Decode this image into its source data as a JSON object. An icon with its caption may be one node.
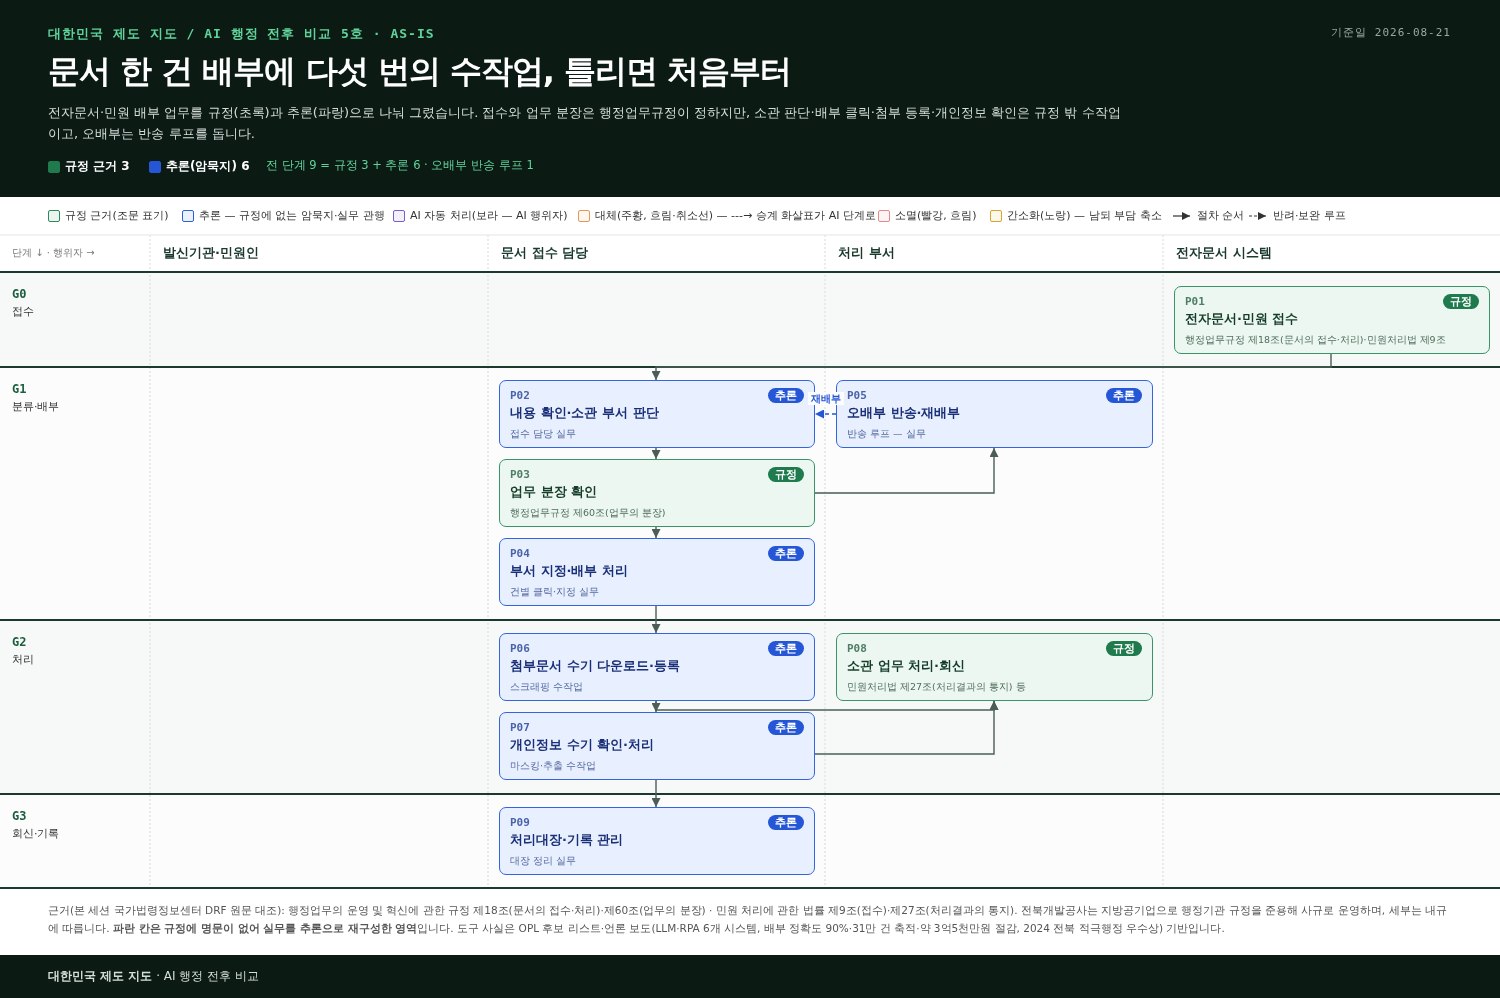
{
  "diagram": {
    "title": "문서 한 건 배부에 **다섯 번의 수작업**, 틀리면 처음부터",
    "caption": "근거(본 세션 국가법령정보센터 DRF 원문 대조): 행정업무의 운영 및 혁신에 관한 규정 제18조(문서의 접수·처리)·제60조(업무의 분장) · 민원 처리에 관한 법률 제9조(접수)·제27조(처리결과의 통지). 전북개발공사는 지방공기업으로 행정기관 규정을 준용해 사규로 운영하며, 세부는 내규에 따릅니다. **파란 칸은 규정에 명문이 없어 실무를 추론으로 재구성한 영역**입니다. 도구 사실은 OPL 후보 리스트·언론 보도(LLM·RPA 6개 시스템, 배부 정확도 90%·31만 건 축적·약 3억5천만원 절감, 2024 전북 적극행정 우수상) 기반입니다.",
    "nodes": [
      {
        "text": [
          "P01",
          "규정",
          "전자문서·민원 접수",
          "행정업무규정 제18조(문서의 접수·처리)·민원처리법 제9조"
        ]
      },
      {
        "text": [
          "P02",
          "추론",
          "내용 확인·소관 부서 판단",
          "접수 담당 실무"
        ]
      },
      {
        "text": [
          "P03",
          "규정",
          "업무 분장 확인",
          "행정업무규정 제60조(업무의 분장)"
        ]
      },
      {
        "text": [
          "P04",
          "추론",
          "부서 지정·배부 처리",
          "건별 클릭·지정 실무"
        ]
      },
      {
        "text": [
          "P05",
          "추론",
          "오배부 반송·재배부",
          "반송 루프 — 실무"
        ]
      },
      {
        "text": [
          "P06",
          "추론",
          "첨부문서 수기 다운로드·등록",
          "스크래핑 수작업"
        ]
      },
      {
        "text": [
          "P07",
          "추론",
          "개인정보 수기 확인·처리",
          "마스킹·추출 수작업"
        ]
      },
      {
        "text": [
          "P08",
          "규정",
          "소관 업무 처리·회신",
          "민원처리법 제27조(처리결과의 통지) 등"
        ]
      },
      {
        "text": [
          "P09",
          "추론",
          "처리대장·기록 관리",
          "대장 정리 실무"
        ]
      }
    ],
    "edges": [
      {
        "from": 0,
        "to": 1,
        "arrow": "to"
      },
      {
        "from": 1,
        "to": 2,
        "arrow": "to"
      },
      {
        "from": 2,
        "to": 3,
        "arrow": "to"
      },
      {
        "from": 2,
        "to": 4,
        "arrow": "to"
      },
      {
        "from": 4,
        "to": 1,
        "arrow": "to",
        "label": "재배부",
        "style": "dashed",
        "color": "#2456d6"
      },
      {
        "from": 3,
        "to": 5,
        "arrow": "to"
      },
      {
        "from": 5,
        "to": 6,
        "arrow": "to"
      },
      {
        "from": 5,
        "to": 7,
        "arrow": "to"
      },
      {
        "from": 6,
        "to": 7,
        "arrow": "to"
      },
      {
        "from": 6,
        "to": 8,
        "arrow": "to"
      }
    ],
    "labels": [
      "대한민국 제도 지도 / AI 행정 전후 비교 5호 · AS-IS",
      "기준일 2026-08-21",
      "전자문서·민원 배부 업무를 규정(초록)과 추론(파랑)으로 나눠 그렸습니다. 접수와 업무 분장은 행정업무규정이 정하지만, 소관 판단·배부 클릭·첨부 등록·개인정보 확인은 규정 밖 수작업이고, 오배부는 반송 루프를 돕니다.",
      "전 단계 9 = 규정 3 + 추론 6 · 오배부 반송 루프 1",
      "단계 ↓ · 행위자 →",
      "발신기관·민원인",
      "문서 접수 담당",
      "처리 부서",
      "전자문서 시스템",
      "G0",
      "접수",
      "G1",
      "분류·배부",
      "G2",
      "처리",
      "G3",
      "회신·기록",
      "**대한민국 제도 지도** · AI 행정 전후 비교"
    ],
    "legend": [
      {
        "text": "규정 근거 3",
        "color": "#1f7a4d"
      },
      {
        "text": "추론(암묵지) 6",
        "color": "#2456d6"
      },
      {
        "text": "규정 근거(조문 표기)",
        "color": "#2e8a5a"
      },
      {
        "text": "추론 — 규정에 없는 암묵지·실무 관행",
        "color": "#2f5fd6"
      },
      {
        "text": "AI 자동 처리(보라 — AI 행위자)",
        "color": "#7b5cc9"
      },
      {
        "text": "대체(주황, 흐림·취소선) — ---→ 승계 화살표가 AI 단계로",
        "color": "#e39a5c"
      },
      {
        "text": "소멸(빨강, 흐림)",
        "color": "#e38a8a"
      },
      {
        "text": "간소화(노랑) — 남되 부담 축소",
        "color": "#d9a52b"
      },
      {
        "text": "절차 순서"
      },
      {
        "text": "반려·보완 루프"
      }
    ]
  }
}
